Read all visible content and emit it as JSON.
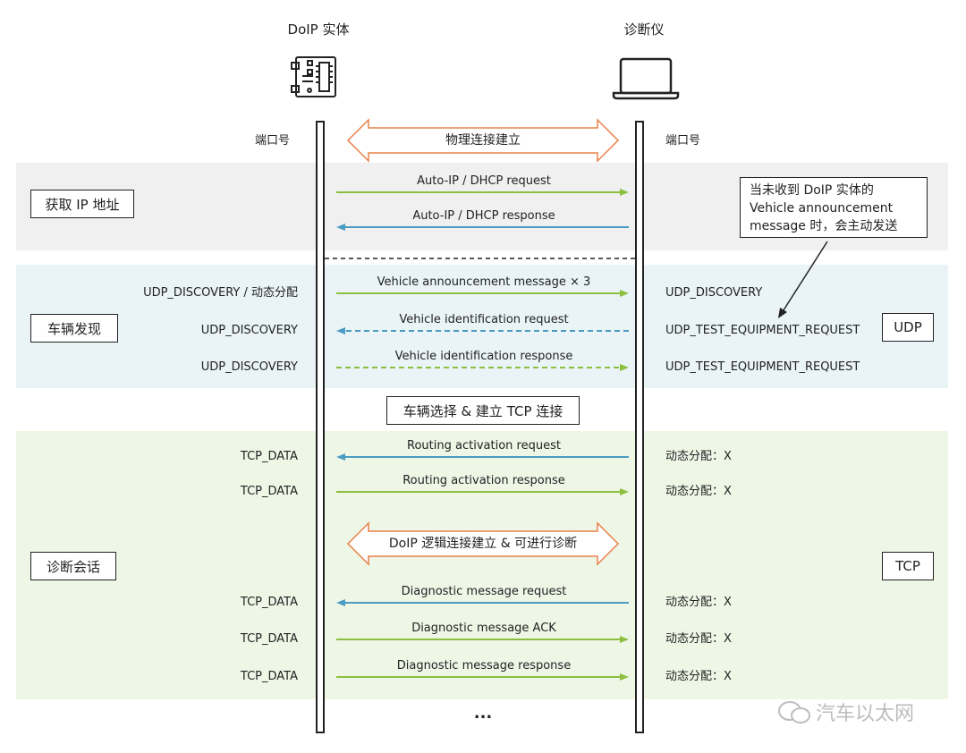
{
  "header": {
    "entity_label": "DoIP 实体",
    "tester_label": "诊断仪",
    "left_port_label": "端口号",
    "right_port_label": "端口号",
    "physical_link": "物理连接建立"
  },
  "sections": {
    "ip": "获取 IP 地址",
    "discovery": "车辆发现",
    "session": "诊断会话"
  },
  "protocol_tags": {
    "udp": "UDP",
    "tcp": "TCP"
  },
  "callout": {
    "line1": "当未收到 DoIP 实体的",
    "line2": "Vehicle announcement",
    "line3": "message 时，会主动发送"
  },
  "vehicle_select": "车辆选择 & 建立 TCP 连接",
  "logical_link": "DoIP 逻辑连接建立 & 可进行诊断",
  "ellipsis": "...",
  "watermark": "汽车以太网",
  "messages": [
    {
      "label": "Auto-IP / DHCP request",
      "left": "",
      "right": "",
      "dir": "right",
      "style": "solid",
      "color": "#8cbf3f"
    },
    {
      "label": "Auto-IP / DHCP response",
      "left": "",
      "right": "",
      "dir": "left",
      "style": "solid",
      "color": "#4a9cc2"
    },
    {
      "label": "Vehicle announcement message × 3",
      "left": "UDP_DISCOVERY / 动态分配",
      "right": "UDP_DISCOVERY",
      "dir": "right",
      "style": "solid",
      "color": "#8cbf3f"
    },
    {
      "label": "Vehicle identification request",
      "left": "UDP_DISCOVERY",
      "right": "UDP_TEST_EQUIPMENT_REQUEST",
      "dir": "left",
      "style": "dashed",
      "color": "#4a9cc2"
    },
    {
      "label": "Vehicle identification response",
      "left": "UDP_DISCOVERY",
      "right": "UDP_TEST_EQUIPMENT_REQUEST",
      "dir": "right",
      "style": "dashed",
      "color": "#8cbf3f"
    },
    {
      "label": "Routing activation request",
      "left": "TCP_DATA",
      "right": "动态分配：X",
      "dir": "left",
      "style": "solid",
      "color": "#4a9cc2"
    },
    {
      "label": "Routing activation response",
      "left": "TCP_DATA",
      "right": "动态分配：X",
      "dir": "right",
      "style": "solid",
      "color": "#8cbf3f"
    },
    {
      "label": "Diagnostic message request",
      "left": "TCP_DATA",
      "right": "动态分配：X",
      "dir": "left",
      "style": "solid",
      "color": "#4a9cc2"
    },
    {
      "label": "Diagnostic message ACK",
      "left": "TCP_DATA",
      "right": "动态分配：X",
      "dir": "right",
      "style": "solid",
      "color": "#8cbf3f"
    },
    {
      "label": "Diagnostic message response",
      "left": "TCP_DATA",
      "right": "动态分配：X",
      "dir": "right",
      "style": "solid",
      "color": "#8cbf3f"
    }
  ]
}
